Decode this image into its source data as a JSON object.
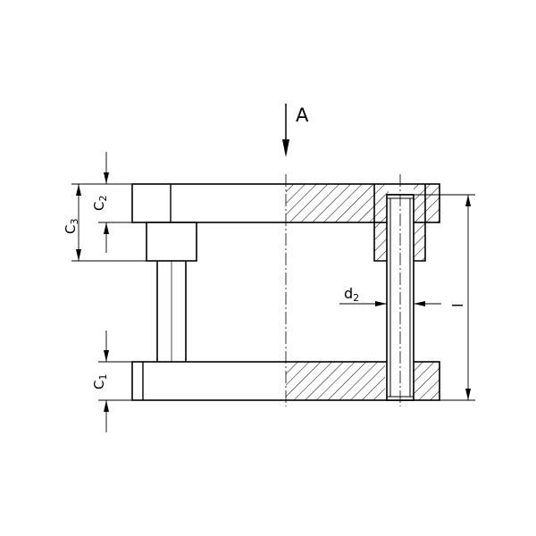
{
  "labels": {
    "view_arrow": "A",
    "c1_main": "C",
    "c1_sub": "1",
    "c2_main": "C",
    "c2_sub": "2",
    "c3_main": "C",
    "c3_sub": "3",
    "d2_main": "d",
    "d2_sub": "2",
    "length": "l"
  },
  "colors": {
    "stroke": "#000000",
    "background": "#ffffff"
  }
}
